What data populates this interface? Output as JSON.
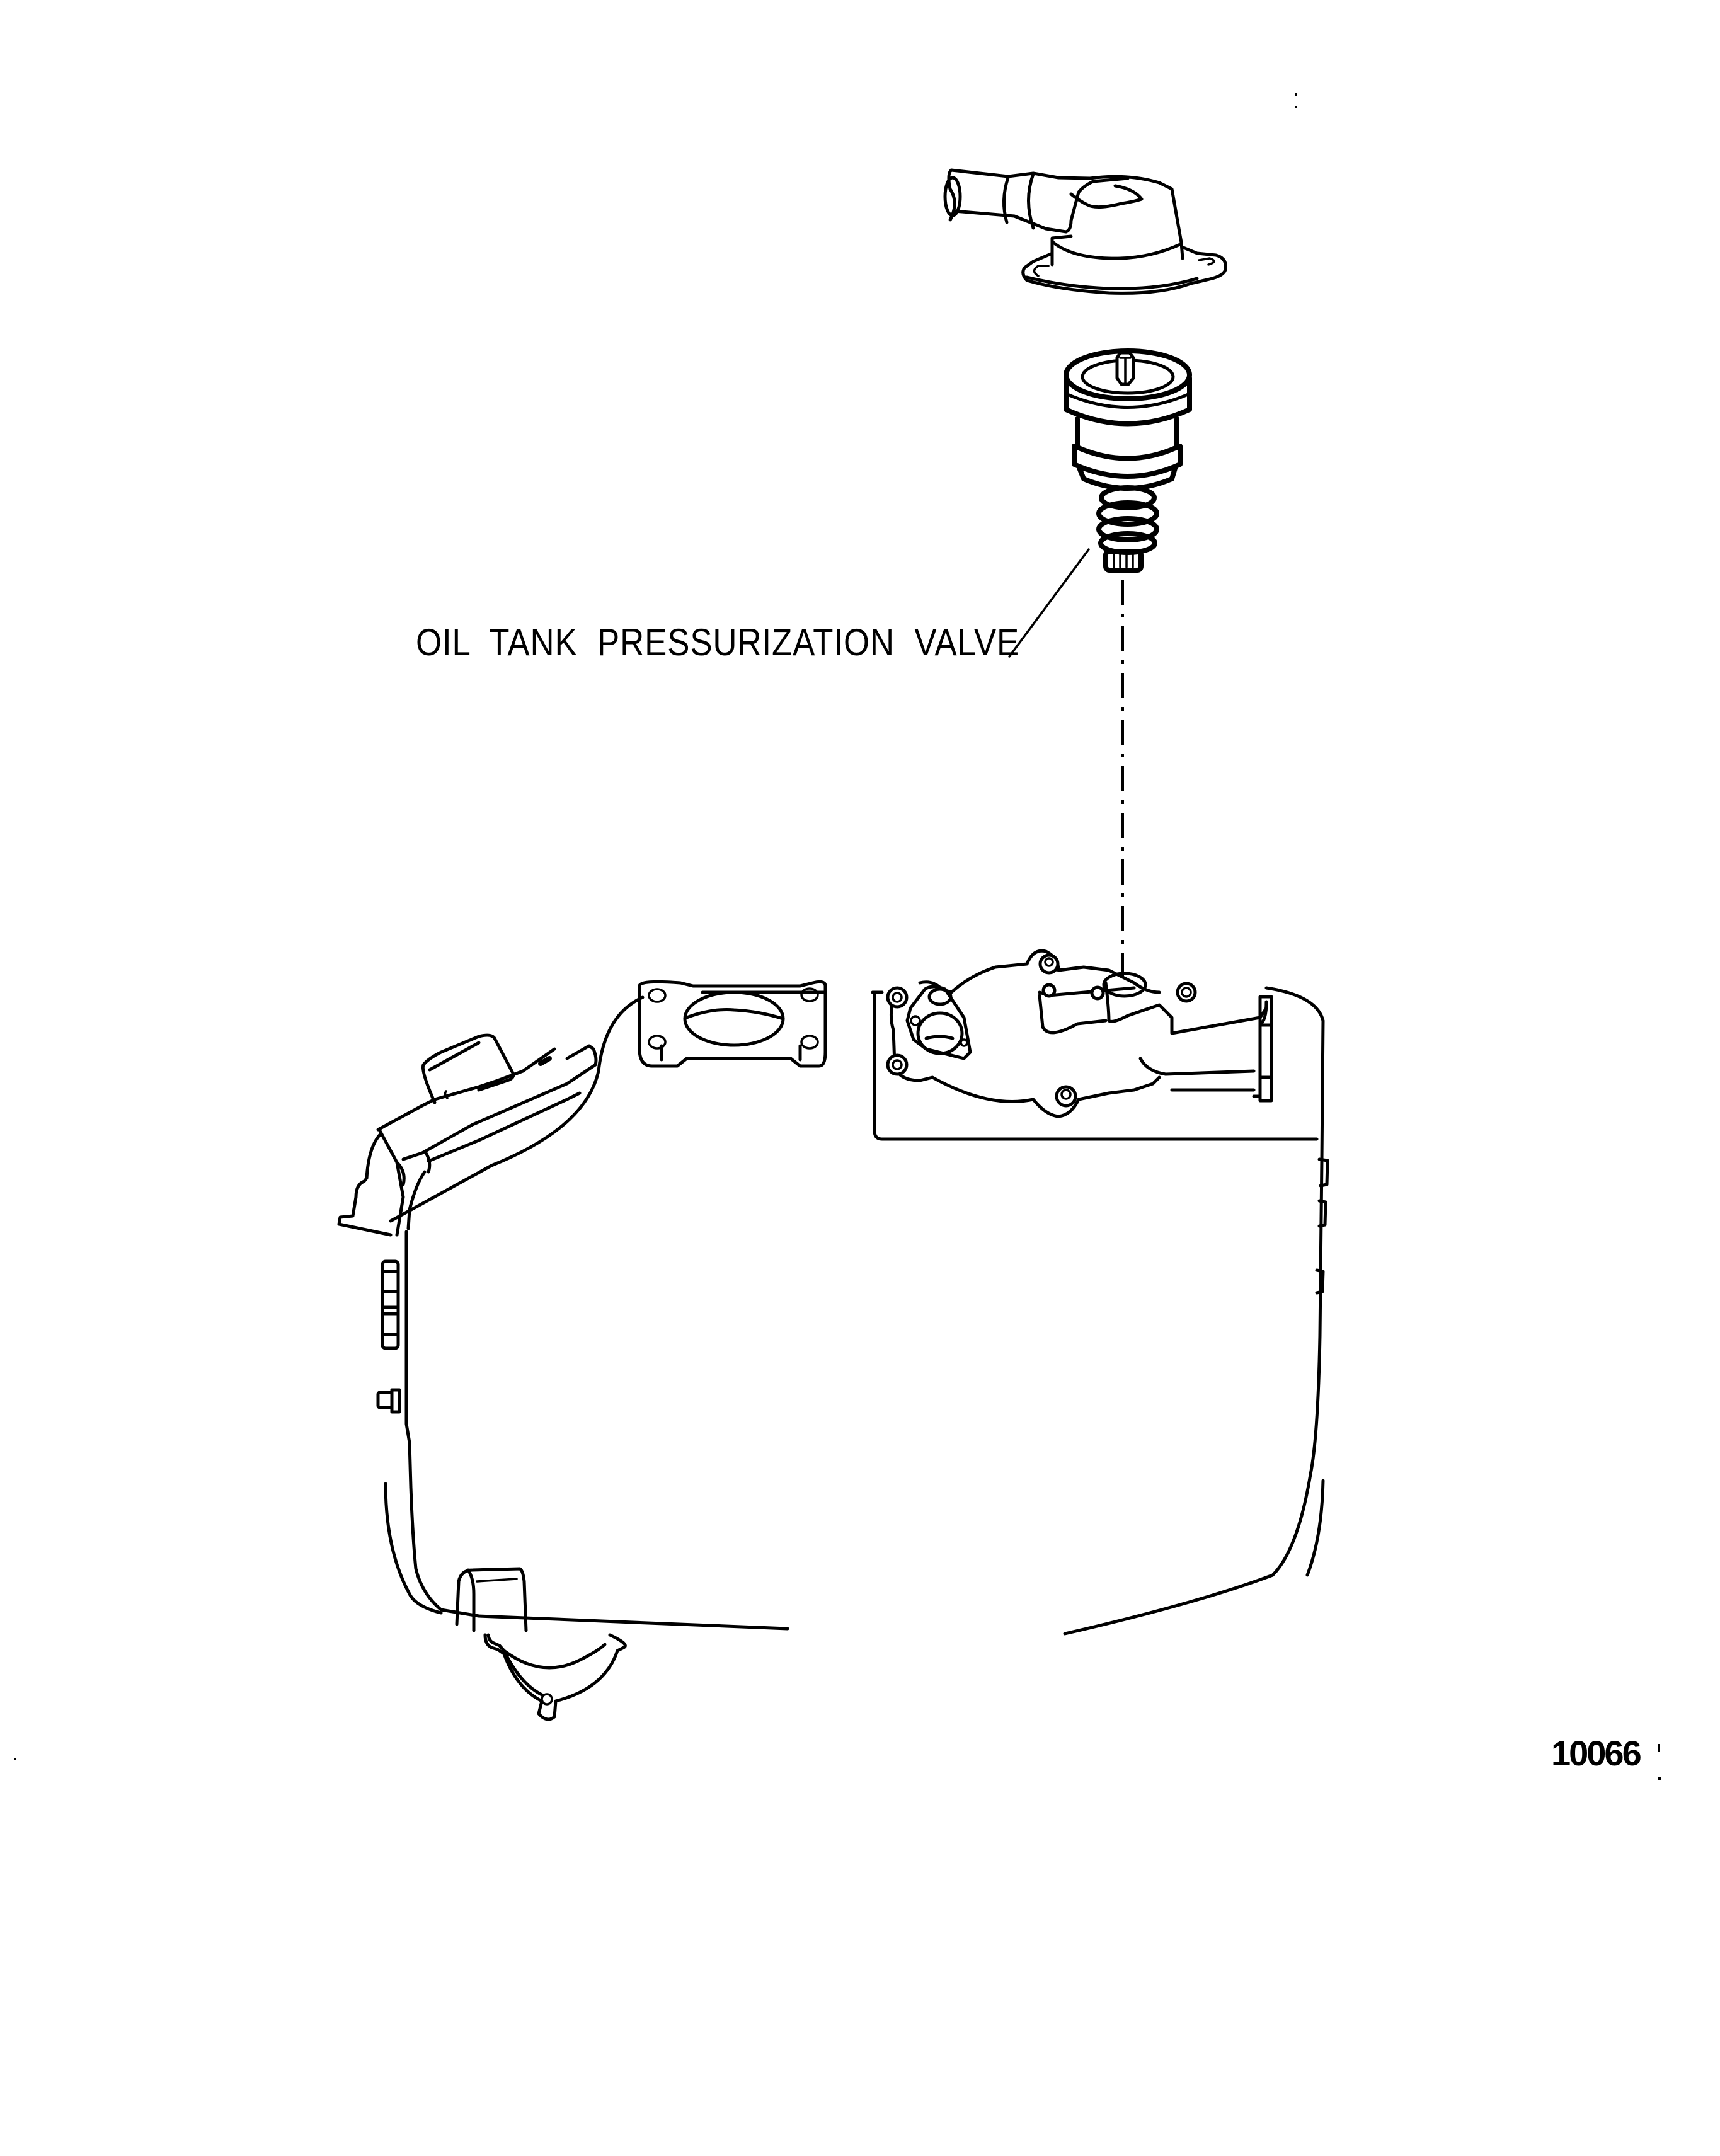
{
  "figure": {
    "callouts": [
      {
        "id": "oil-tank-pressurization-valve",
        "label": "OIL TANK PRESSURIZATION VALVE"
      }
    ],
    "figure_number": "10066",
    "components": [
      {
        "name": "elbow-cap-fitting",
        "description": "Hose elbow cover with two-hole mounting flange"
      },
      {
        "name": "oil-tank-pressurization-valve",
        "description": "Cylindrical valve body with spring and threaded end"
      },
      {
        "name": "oil-tank",
        "description": "Oil tank with filler neck, mounting pads, valve port housing and bottom sump flange"
      }
    ],
    "annotations": {
      "leader_line": "from label to valve",
      "centerline": "dash-dot alignment line from valve to tank port"
    },
    "colors": {
      "line": "#000000",
      "background": "#ffffff"
    }
  }
}
